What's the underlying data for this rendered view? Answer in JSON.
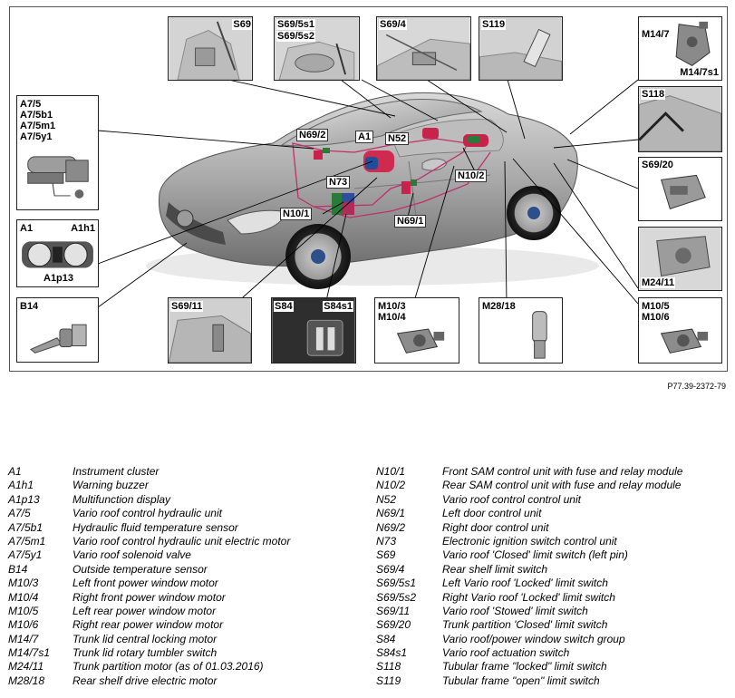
{
  "figure_ref": "P77.39-2372-79",
  "callouts": {
    "S69": "S69",
    "S69_5s1": "S69/5s1",
    "S69_5s2": "S69/5s2",
    "S69_4": "S69/4",
    "S119": "S119",
    "M14_7": "M14/7",
    "M14_7s1": "M14/7s1",
    "A7_5": "A7/5",
    "A7_5b1": "A7/5b1",
    "A7_5m1": "A7/5m1",
    "A7_5y1": "A7/5y1",
    "S118": "S118",
    "S69_20": "S69/20",
    "A1": "A1",
    "A1h1": "A1h1",
    "A1p13": "A1p13",
    "M24_11": "M24/11",
    "B14": "B14",
    "S69_11": "S69/11",
    "S84": "S84",
    "S84s1": "S84s1",
    "M10_3": "M10/3",
    "M10_4": "M10/4",
    "M28_18": "M28/18",
    "M10_5": "M10/5",
    "M10_6": "M10/6",
    "car_N69_2": "N69/2",
    "car_A1": "A1",
    "car_N52": "N52",
    "car_N10_2": "N10/2",
    "car_N73": "N73",
    "car_N10_1": "N10/1",
    "car_N69_1": "N69/1"
  },
  "legend_left": [
    {
      "code": "A1",
      "desc": "Instrument cluster"
    },
    {
      "code": "A1h1",
      "desc": "Warning buzzer"
    },
    {
      "code": "A1p13",
      "desc": "Multifunction display"
    },
    {
      "code": "A7/5",
      "desc": "Vario roof control hydraulic unit"
    },
    {
      "code": "A7/5b1",
      "desc": "Hydraulic fluid temperature sensor"
    },
    {
      "code": "A7/5m1",
      "desc": "Vario roof control hydraulic unit electric motor"
    },
    {
      "code": "A7/5y1",
      "desc": "Vario roof solenoid valve"
    },
    {
      "code": "B14",
      "desc": "Outside temperature sensor"
    },
    {
      "code": "M10/3",
      "desc": "Left front power window motor"
    },
    {
      "code": "M10/4",
      "desc": "Right front power window motor"
    },
    {
      "code": "M10/5",
      "desc": "Left rear power window motor"
    },
    {
      "code": "M10/6",
      "desc": "Right rear power window motor"
    },
    {
      "code": "M14/7",
      "desc": "Trunk lid central locking motor"
    },
    {
      "code": "M14/7s1",
      "desc": "Trunk lid rotary tumbler switch"
    },
    {
      "code": "M24/11",
      "desc": "Trunk partition motor (as of 01.03.2016)"
    },
    {
      "code": "M28/18",
      "desc": "Rear shelf drive electric motor"
    }
  ],
  "legend_right": [
    {
      "code": "N10/1",
      "desc": "Front SAM control unit with fuse and relay module"
    },
    {
      "code": "N10/2",
      "desc": "Rear SAM control unit with fuse and relay module"
    },
    {
      "code": "N52",
      "desc": "Vario roof control control unit"
    },
    {
      "code": "N69/1",
      "desc": "Left door control unit"
    },
    {
      "code": "N69/2",
      "desc": "Right door control unit"
    },
    {
      "code": "N73",
      "desc": "Electronic ignition switch control unit"
    },
    {
      "code": "S69",
      "desc": "Vario roof 'Closed' limit switch (left pin)"
    },
    {
      "code": "S69/4",
      "desc": "Rear shelf limit switch"
    },
    {
      "code": "S69/5s1",
      "desc": "Left Vario roof 'Locked' limit switch"
    },
    {
      "code": "S69/5s2",
      "desc": "Right Vario roof 'Locked' limit switch"
    },
    {
      "code": "S69/11",
      "desc": "Vario roof 'Stowed' limit switch"
    },
    {
      "code": "S69/20",
      "desc": "Trunk partition 'Closed' limit switch"
    },
    {
      "code": "S84",
      "desc": "Vario roof/power window switch group"
    },
    {
      "code": "S84s1",
      "desc": "Vario roof actuation switch"
    },
    {
      "code": "S118",
      "desc": "Tubular frame \"locked\" limit switch"
    },
    {
      "code": "S119",
      "desc": "Tubular frame \"open\" limit switch"
    }
  ]
}
